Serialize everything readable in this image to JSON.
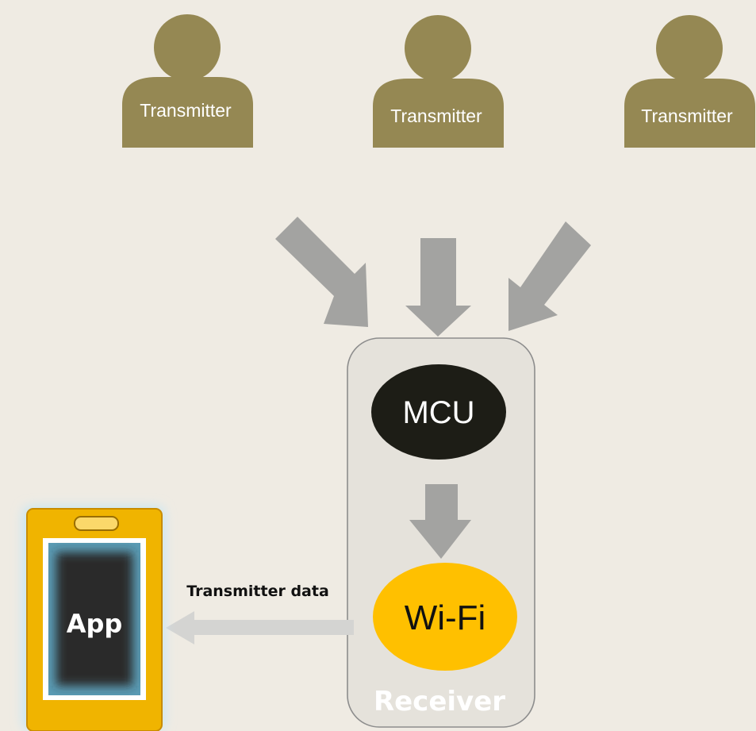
{
  "diagram": {
    "transmitters": [
      {
        "label": "Transmitter"
      },
      {
        "label": "Transmitter"
      },
      {
        "label": "Transmitter"
      }
    ],
    "receiver": {
      "label": "Receiver",
      "mcu_label": "MCU",
      "wifi_label": "Wi-Fi"
    },
    "app": {
      "label": "App"
    },
    "edge_label": "Transmitter data",
    "colors": {
      "background": "#efebe3",
      "person": "#958853",
      "arrow": "#a3a3a1",
      "data_arrow": "#d4d4d2",
      "receiver_fill": "#e5e2db",
      "receiver_stroke": "#8d8d8d",
      "mcu": "#1d1d16",
      "wifi": "#ffc000",
      "phone_body": "#f0b400",
      "phone_screen": "#2b2b2b"
    }
  }
}
